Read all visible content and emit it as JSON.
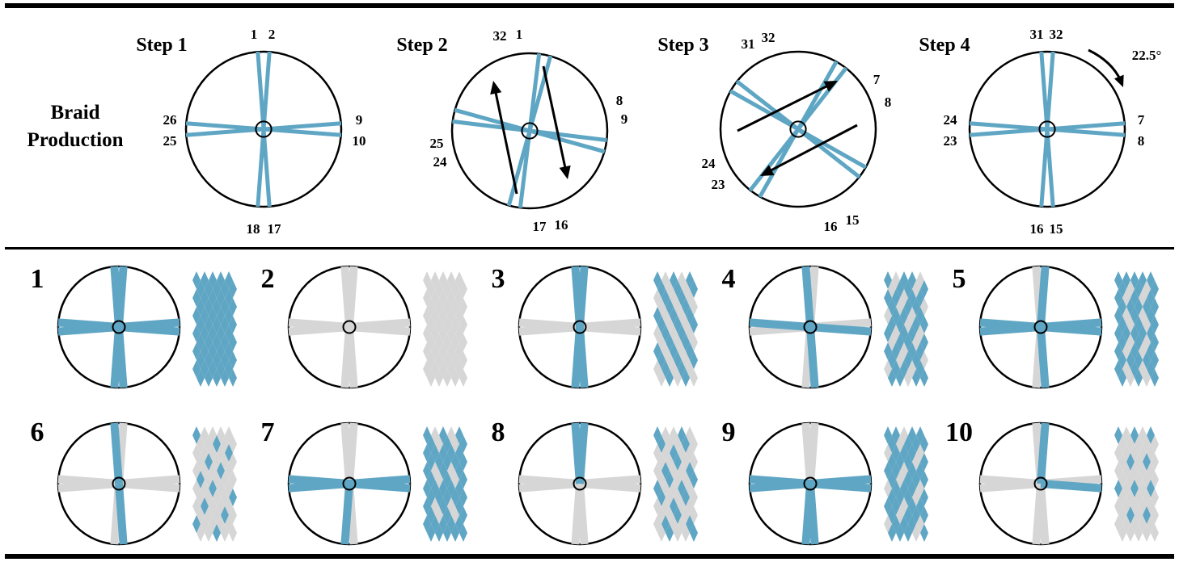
{
  "colors": {
    "strand": "#5fa6c4",
    "inactive": "#d6d6d6",
    "ink": "#000000",
    "background": "#ffffff"
  },
  "header": {
    "title_line1": "Braid",
    "title_line2": "Production"
  },
  "steps": [
    {
      "label": "Step 1",
      "carriers": [
        "1",
        "2",
        "26",
        "25",
        "9",
        "10",
        "18",
        "17"
      ],
      "arrows": []
    },
    {
      "label": "Step 2",
      "carriers": [
        "32",
        "1",
        "8",
        "9",
        "25",
        "24",
        "17",
        "16"
      ],
      "arrows": [
        "up-arrow",
        "down-arrow"
      ]
    },
    {
      "label": "Step 3",
      "carriers": [
        "31",
        "32",
        "7",
        "8",
        "24",
        "23",
        "16",
        "15"
      ],
      "arrows": [
        "up-right-arrow",
        "down-left-arrow"
      ]
    },
    {
      "label": "Step 4",
      "carriers": [
        "31",
        "32",
        "24",
        "23",
        "7",
        "8",
        "16",
        "15"
      ],
      "rotation_label": "22.5°",
      "arrows": [
        "rotation-arrow"
      ]
    }
  ],
  "patterns": [
    {
      "number": "1",
      "arms": [
        "blue",
        "blue",
        "blue",
        "blue",
        "blue",
        "blue",
        "blue",
        "blue"
      ]
    },
    {
      "number": "2",
      "arms": [
        "gray",
        "gray",
        "gray",
        "gray",
        "gray",
        "gray",
        "gray",
        "gray"
      ]
    },
    {
      "number": "3",
      "arms": [
        "blue",
        "blue",
        "gray",
        "gray",
        "blue",
        "blue",
        "gray",
        "gray"
      ]
    },
    {
      "number": "4",
      "arms": [
        "blue",
        "gray",
        "gray",
        "blue",
        "blue",
        "gray",
        "gray",
        "blue"
      ]
    },
    {
      "number": "5",
      "arms": [
        "gray",
        "blue",
        "blue",
        "blue",
        "blue",
        "gray",
        "blue",
        "blue"
      ]
    },
    {
      "number": "6",
      "arms": [
        "blue",
        "gray",
        "gray",
        "gray",
        "blue",
        "gray",
        "gray",
        "gray"
      ]
    },
    {
      "number": "7",
      "arms": [
        "gray",
        "gray",
        "blue",
        "blue",
        "gray",
        "blue",
        "blue",
        "blue"
      ]
    },
    {
      "number": "8",
      "arms": [
        "blue",
        "blue",
        "gray",
        "gray",
        "gray",
        "gray",
        "gray",
        "gray"
      ]
    },
    {
      "number": "9",
      "arms": [
        "gray",
        "gray",
        "blue",
        "blue",
        "blue",
        "blue",
        "blue",
        "blue"
      ]
    },
    {
      "number": "10",
      "arms": [
        "gray",
        "blue",
        "gray",
        "blue",
        "gray",
        "gray",
        "gray",
        "gray"
      ]
    }
  ]
}
